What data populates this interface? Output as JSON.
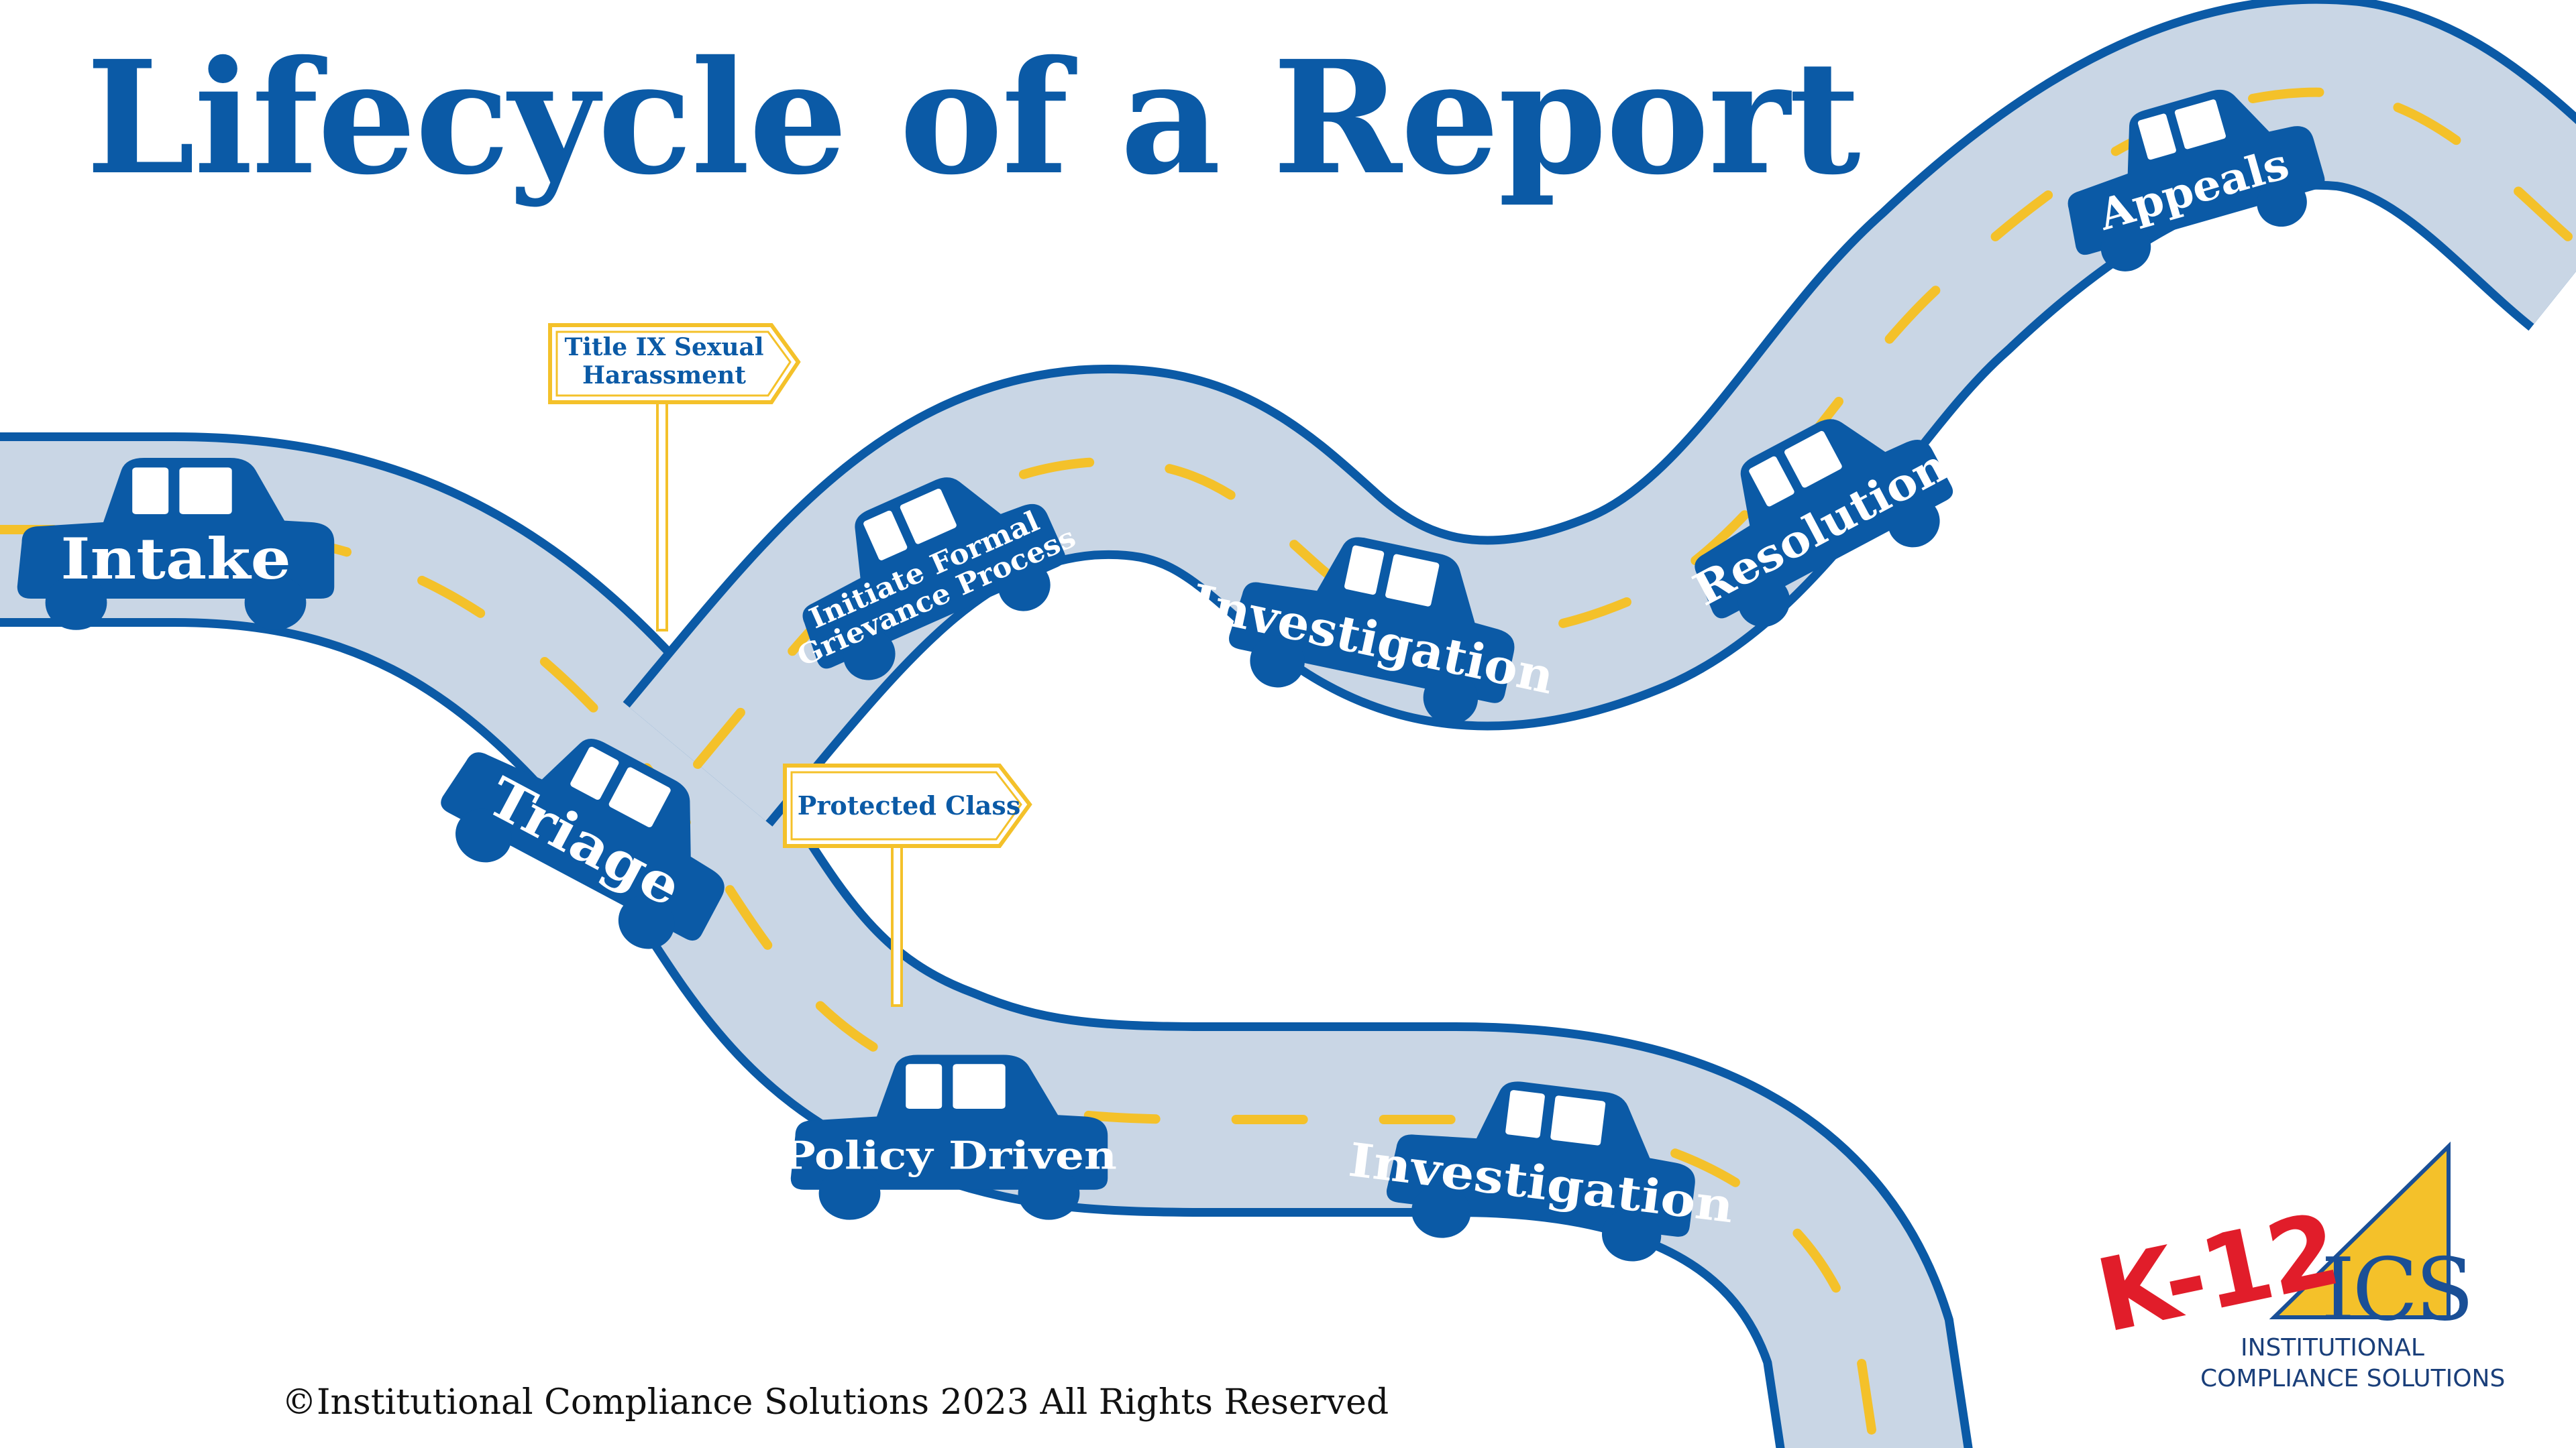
{
  "title": "Lifecycle of a Report",
  "stages": {
    "intake": "Intake",
    "triage": "Triage",
    "initiate_line1": "Initiate Formal",
    "initiate_line2": "Grievance Process",
    "investigation_upper": "Investigation",
    "resolution": "Resolution",
    "appeals": "Appeals",
    "policy_driven": "Policy Driven",
    "investigation_lower": "Investigation"
  },
  "signs": {
    "title_ix_line1": "Title IX Sexual",
    "title_ix_line2": "Harassment",
    "protected_class": "Protected Class"
  },
  "footer": {
    "copyright": "©Institutional Compliance Solutions 2023 All Rights Reserved"
  },
  "logo": {
    "badge": "K-12",
    "mark": "ICS",
    "subtitle_line1": "INSTITUTIONAL",
    "subtitle_line2": "COMPLIANCE SOLUTIONS"
  },
  "colors": {
    "road_fill": "#c9d6e5",
    "road_edge": "#0b5aa6",
    "lane_marking": "#f4c12a",
    "car": "#0b5aa6",
    "sign_border": "#f4c12a",
    "title": "#0b5aa6"
  }
}
